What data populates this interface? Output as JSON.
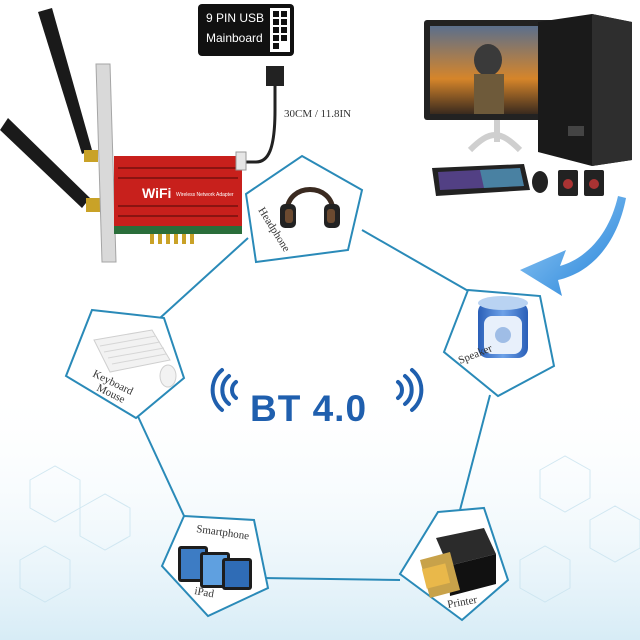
{
  "header": {
    "connector_line1": "9 PIN USB",
    "connector_line2": "Mainboard",
    "cable_length": "30CM / 11.8IN"
  },
  "center": {
    "title": "BT 4.0"
  },
  "nodes": {
    "headphone": "Headphone",
    "speaker": "Speaker",
    "printer": "Printer",
    "smartphone": "Smartphone",
    "ipad": "iPad",
    "keyboard": "Keyboard",
    "mouse": "Mouse"
  },
  "card": {
    "brand": "WiFi",
    "subtitle": "Wireless Network Adapter"
  },
  "colors": {
    "line": "#2a8ab8",
    "bt_blue": "#1f5fae",
    "card_red": "#c8201c",
    "arrow_blue": "#3f93e0"
  }
}
